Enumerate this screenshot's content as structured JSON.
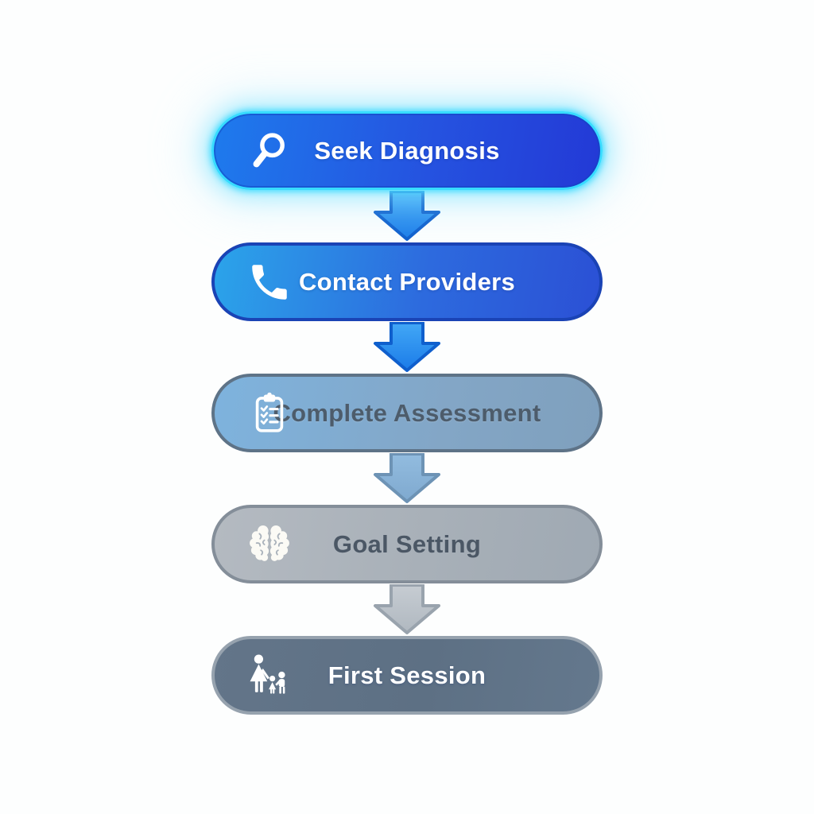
{
  "diagram": {
    "description": "Five-step vertical flowchart of therapy onboarding process",
    "steps": [
      {
        "label": "Seek Diagnosis",
        "icon": "magnifier-search-icon",
        "highlighted": true
      },
      {
        "label": "Contact Providers",
        "icon": "phone-icon",
        "highlighted": false
      },
      {
        "label": "Complete Assessment",
        "icon": "clipboard-checklist-icon",
        "highlighted": false
      },
      {
        "label": "Goal Setting",
        "icon": "brain-icon",
        "highlighted": false
      },
      {
        "label": "First Session",
        "icon": "family-icon",
        "highlighted": false
      }
    ],
    "colors": {
      "background": "#fdfefe",
      "step1_gradient": [
        "#1e7bed",
        "#2339d6"
      ],
      "step1_glow": "#37dcff",
      "step2_gradient": [
        "#2ba4ea",
        "#2b50d5"
      ],
      "step2_border": "#1a43b5",
      "step3_gradient": [
        "#7eb3de",
        "#7fa0bd"
      ],
      "step3_border": "#5e7387",
      "step4_gradient": [
        "#b4bac1",
        "#9fa9b3"
      ],
      "step4_border": "#848e99",
      "step5_gradient": [
        "#637589",
        "#64788d"
      ],
      "step5_border": "#96a2ae",
      "arrow_blue": "#2196f3",
      "arrow_blue_stroke": "#0f5fcd",
      "arrow_steel": "#87b2d8",
      "arrow_steel_stroke": "#6d93b5",
      "arrow_gray": "#bcc3ca",
      "arrow_gray_stroke": "#99a3ad",
      "dark_text": "#4d5c6b",
      "light_text": "#ffffff"
    }
  }
}
